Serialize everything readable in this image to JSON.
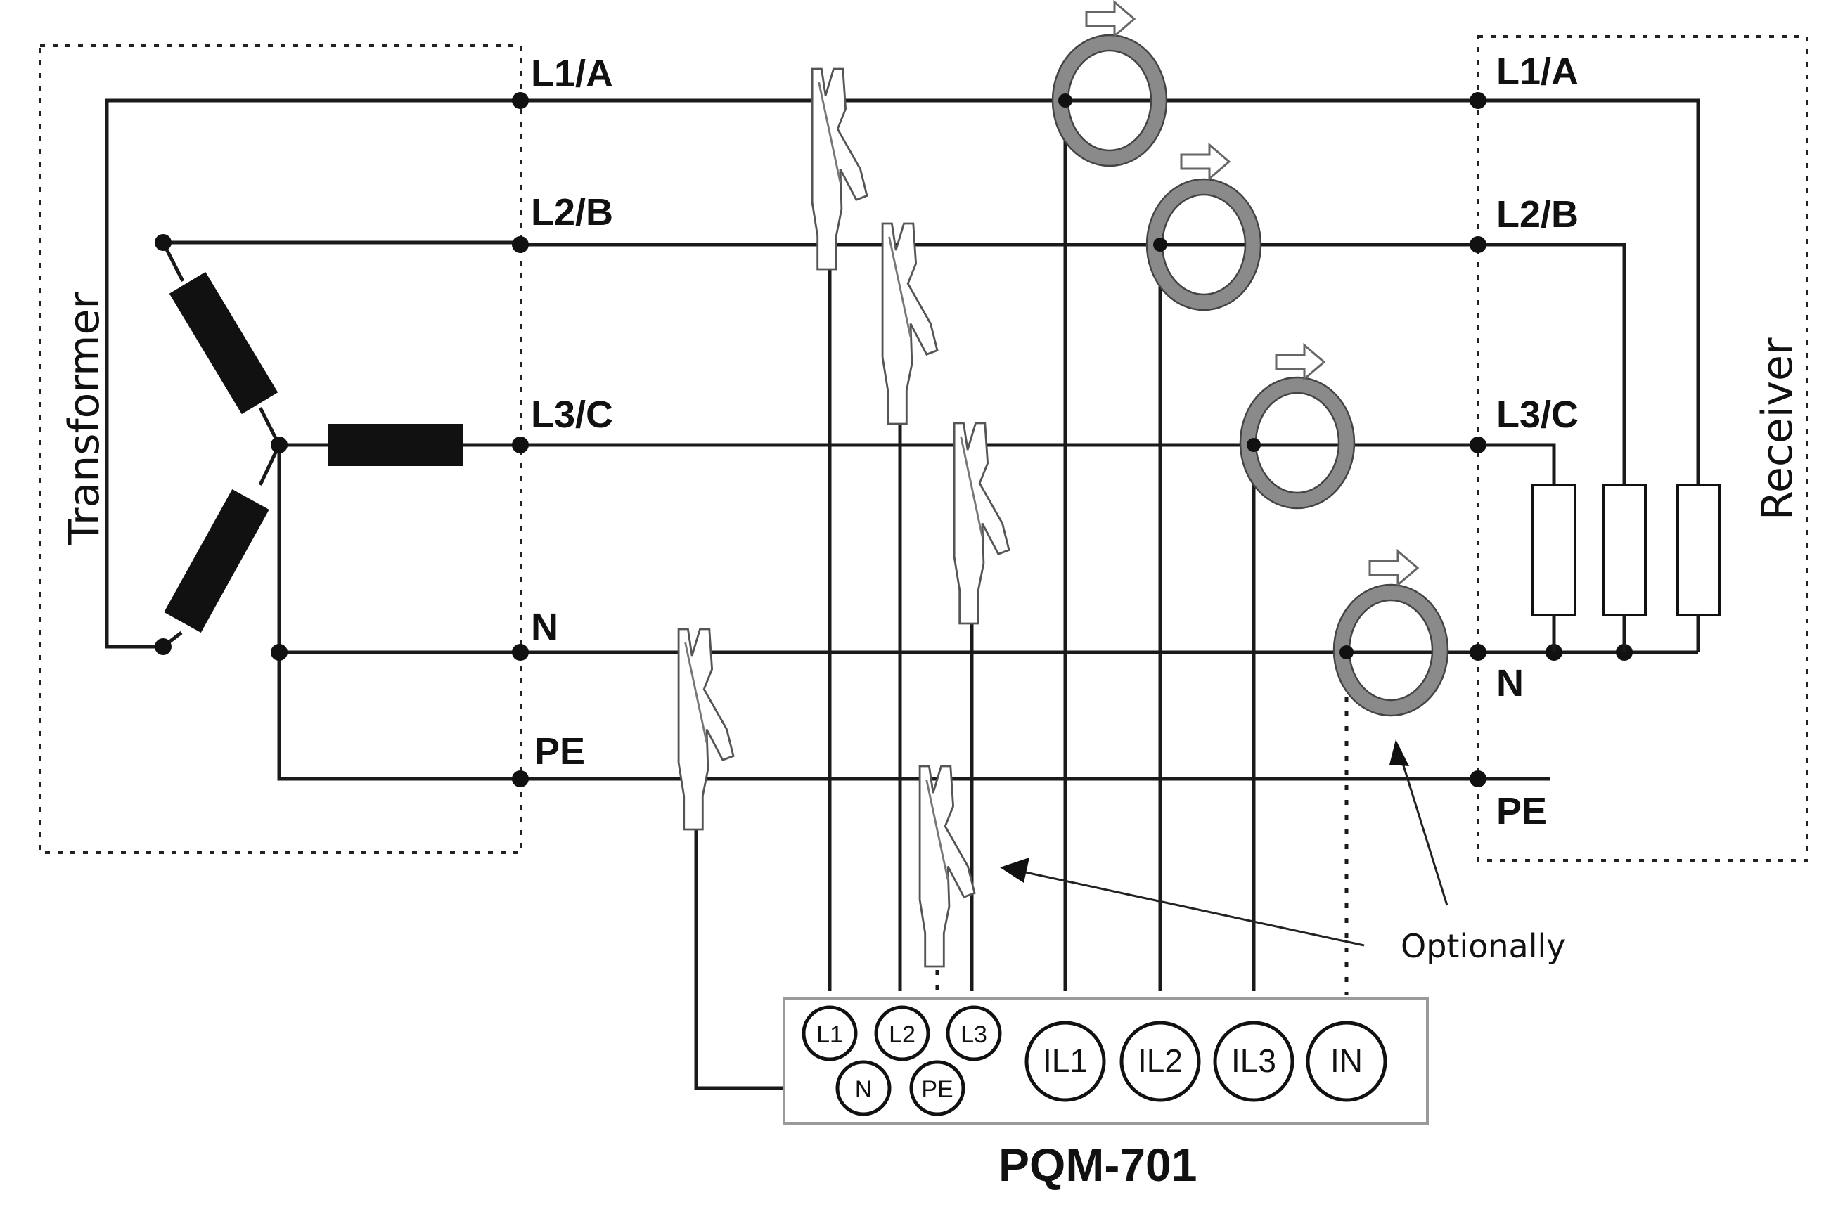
{
  "labels": {
    "transformer": "Transformer",
    "receiver": "Receiver",
    "optionally": "Optionally",
    "device": "PQM-701"
  },
  "bus_left": {
    "l1": "L1/A",
    "l2": "L2/B",
    "l3": "L3/C",
    "n": "N",
    "pe": "PE"
  },
  "bus_right": {
    "l1": "L1/A",
    "l2": "L2/B",
    "l3": "L3/C",
    "n": "N",
    "pe": "PE"
  },
  "terminals": {
    "l1": "L1",
    "l2": "L2",
    "l3": "L3",
    "n": "N",
    "pe": "PE",
    "il1": "IL1",
    "il2": "IL2",
    "il3": "IL3",
    "in": "IN"
  },
  "colors": {
    "line": "#1a1a1a",
    "coil": "#8a8a8a",
    "meter_border": "#9a9a9a",
    "background": "#ffffff"
  }
}
